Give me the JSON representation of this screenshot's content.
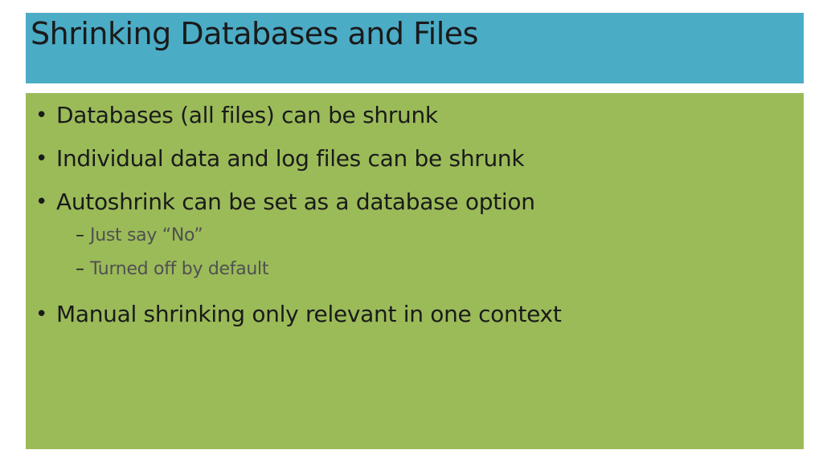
{
  "slide": {
    "title": "Shrinking Databases and Files",
    "bullets": [
      {
        "marker": "•",
        "text": "Databases (all files) can be shrunk"
      },
      {
        "marker": "•",
        "text": "Individual data and log files can be shrunk"
      },
      {
        "marker": "•",
        "text": "Autoshrink can be set as a database option"
      },
      {
        "marker": "•",
        "text": "Manual shrinking only relevant in one context"
      }
    ],
    "sub_bullets": [
      {
        "marker": "–",
        "text": "Just say “No”"
      },
      {
        "marker": "–",
        "text": "Turned off by default"
      }
    ]
  },
  "colors": {
    "title_band": "#4BACC6",
    "content_band": "#9BBB59",
    "text": "#1a1a1a",
    "sub_text": "#505050"
  }
}
